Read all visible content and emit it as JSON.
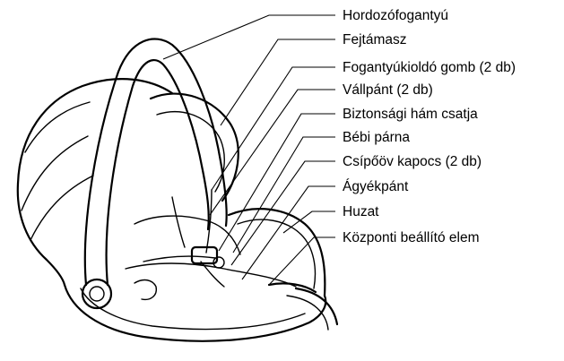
{
  "diagram": {
    "labels": [
      "Hordozófogantyú",
      "Fejtámasz",
      "Fogantyúkioldó gomb (2 db)",
      "Vállpánt (2 db)",
      "Biztonsági hám csatja",
      "Bébi párna",
      "Csípőöv kapocs (2 db)",
      "Ágyékpánt",
      "Huzat",
      "Központi beállító elem"
    ]
  }
}
